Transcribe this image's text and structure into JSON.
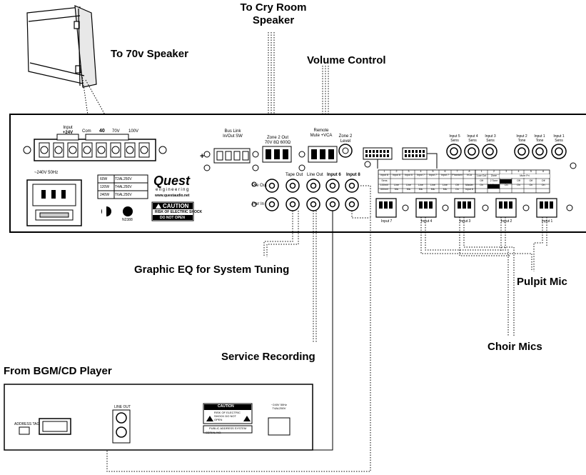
{
  "labels": {
    "cry_room": "To Cry Room",
    "cry_room_2": "Speaker",
    "speaker_70v": "To 70v Speaker",
    "volume_control": "Volume Control",
    "graphic_eq": "Graphic EQ for System Tuning",
    "service_recording": "Service Recording",
    "bgm_cd": "From BGM/CD Player",
    "pulpit_mic": "Pulpit Mic",
    "choir_mics": "Choir Mics"
  },
  "amp": {
    "mains": "~240V 50Hz",
    "input_24v": "Input",
    "input_24v_2": "+24V",
    "com": "Com",
    "v40": "40",
    "v70": "70V",
    "v100": "100V",
    "bus_link": "Bus Link",
    "bus_inout": "In/Out",
    "bus_sw": "SW",
    "zone2_out": "Zone 2 Out",
    "zone2_out_sub": "70V 8Ω    600Ω",
    "remote": "Remote",
    "remote_sub": "Mute    +VCA",
    "zone2_level": "Zone 2",
    "zone2_level_2": "Level",
    "tape_out": "Tape Out",
    "line_out": "Line Out",
    "input6": "Input 6",
    "input8": "Input 8",
    "pre_out": "Pre Out",
    "pwr_in": "Pwr In",
    "fuse_table": [
      [
        "60W",
        "T2AL250V"
      ],
      [
        "120W",
        "T4AL250V"
      ],
      [
        "240W",
        "T6AL250V"
      ]
    ],
    "brand": "Quest",
    "brand_sub": "engineering",
    "brand_url": "www.questaudio.net",
    "n_code": "N2388",
    "caution_title": "CAUTION",
    "caution_line1": "RISK OF ELECTRIC SHOCK",
    "caution_line2": "DO NOT OPEN",
    "knobs": [
      "Input 5 Sens",
      "Input 4 Sens",
      "Input 3 Sens",
      "Input 2 Tone",
      "Input 1 Tone",
      "Input 1 Sens"
    ],
    "input_blocks": [
      "Input 7",
      "Input 4",
      "Input 3",
      "Input 2",
      "Input 1"
    ],
    "dip_table_1": {
      "nums": [
        "1",
        "2",
        "3",
        "4",
        "5",
        "6",
        "7",
        "8"
      ],
      "rows": [
        [
          "Input 8",
          "Input 8",
          "Input 6",
          "Input 7",
          "Input 7",
          "Input 7",
          "Phantom",
          "VCA"
        ],
        [
          "Sens",
          "",
          "",
          "",
          "",
          "",
          "",
          ""
        ],
        [
          "100mV",
          "Line",
          "Line",
          "Line",
          "Line",
          "Line",
          "Off",
          "Master"
        ],
        [
          "300mV",
          "Mic",
          "Mic",
          "Mic",
          "Mic",
          "Mic",
          "On",
          "Input 8"
        ]
      ]
    },
    "dip_table_2": {
      "nums": [
        "1",
        "2",
        "3",
        "4",
        "5",
        "6"
      ],
      "header": "Mute Pri",
      "rows": [
        [
          "Low Cut",
          "Zone",
          "Input 2",
          "Input 3",
          "Input 4",
          "Input 5"
        ],
        [
          "Off",
          "2 Tone",
          "Off",
          "Off",
          "Off",
          "Off"
        ],
        [
          "On",
          "1 Tone",
          "On",
          "On",
          "On",
          "On"
        ]
      ]
    }
  },
  "player": {
    "address_tag": "ADDRESS TAG",
    "rca_label": "LINE OUT",
    "caution_title": "CAUTION",
    "caution_sub": "RISK OF ELECTRIC SHOCK DO NOT OPEN",
    "system_label": "PUBLIC ADDRESS SYSTEM",
    "serial_label": "SERIAL NO.",
    "power_label": "~240V 50Hz",
    "power_label_2": "T4AL250V"
  }
}
